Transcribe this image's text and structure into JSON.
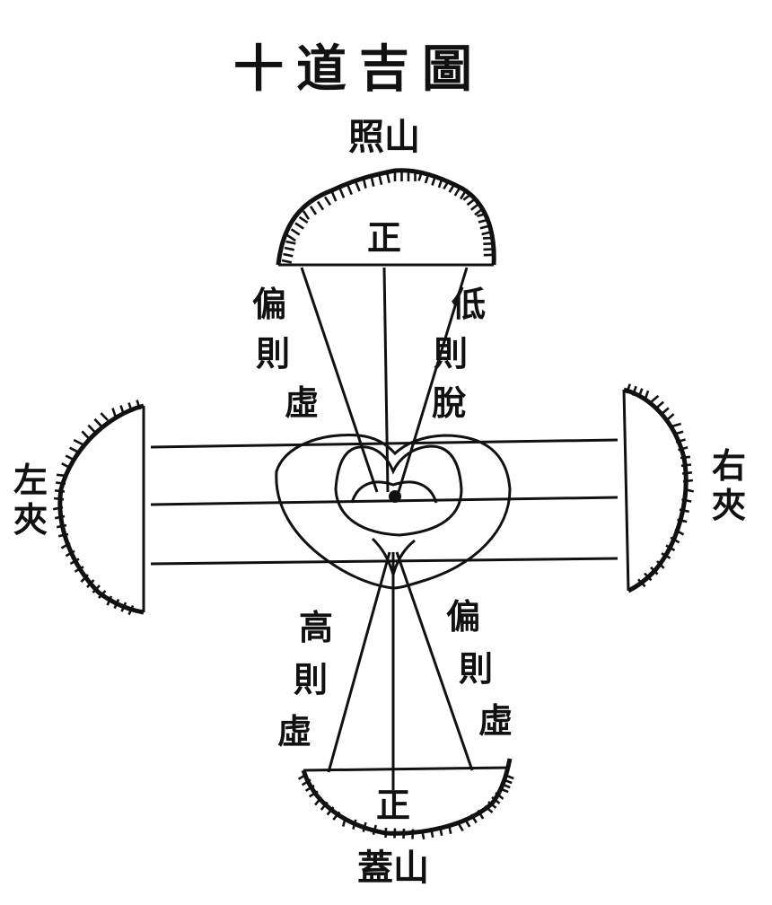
{
  "title": "十道吉圖",
  "top_mountain": {
    "name": "照山",
    "center_mark": "正"
  },
  "bottom_mountain": {
    "name": "蓋山",
    "center_mark": "正"
  },
  "left_mountain": {
    "name_chars": [
      "左",
      "夾"
    ]
  },
  "right_mountain": {
    "name_chars": [
      "右",
      "夾"
    ]
  },
  "upper_left_note": [
    "偏",
    "則",
    "虛"
  ],
  "upper_right_note": [
    "低",
    "則",
    "脫"
  ],
  "lower_left_note": [
    "高",
    "則",
    "虛"
  ],
  "lower_right_note": [
    "偏",
    "則",
    "虛"
  ],
  "colors": {
    "ink": "#111111",
    "paper": "#ffffff"
  }
}
